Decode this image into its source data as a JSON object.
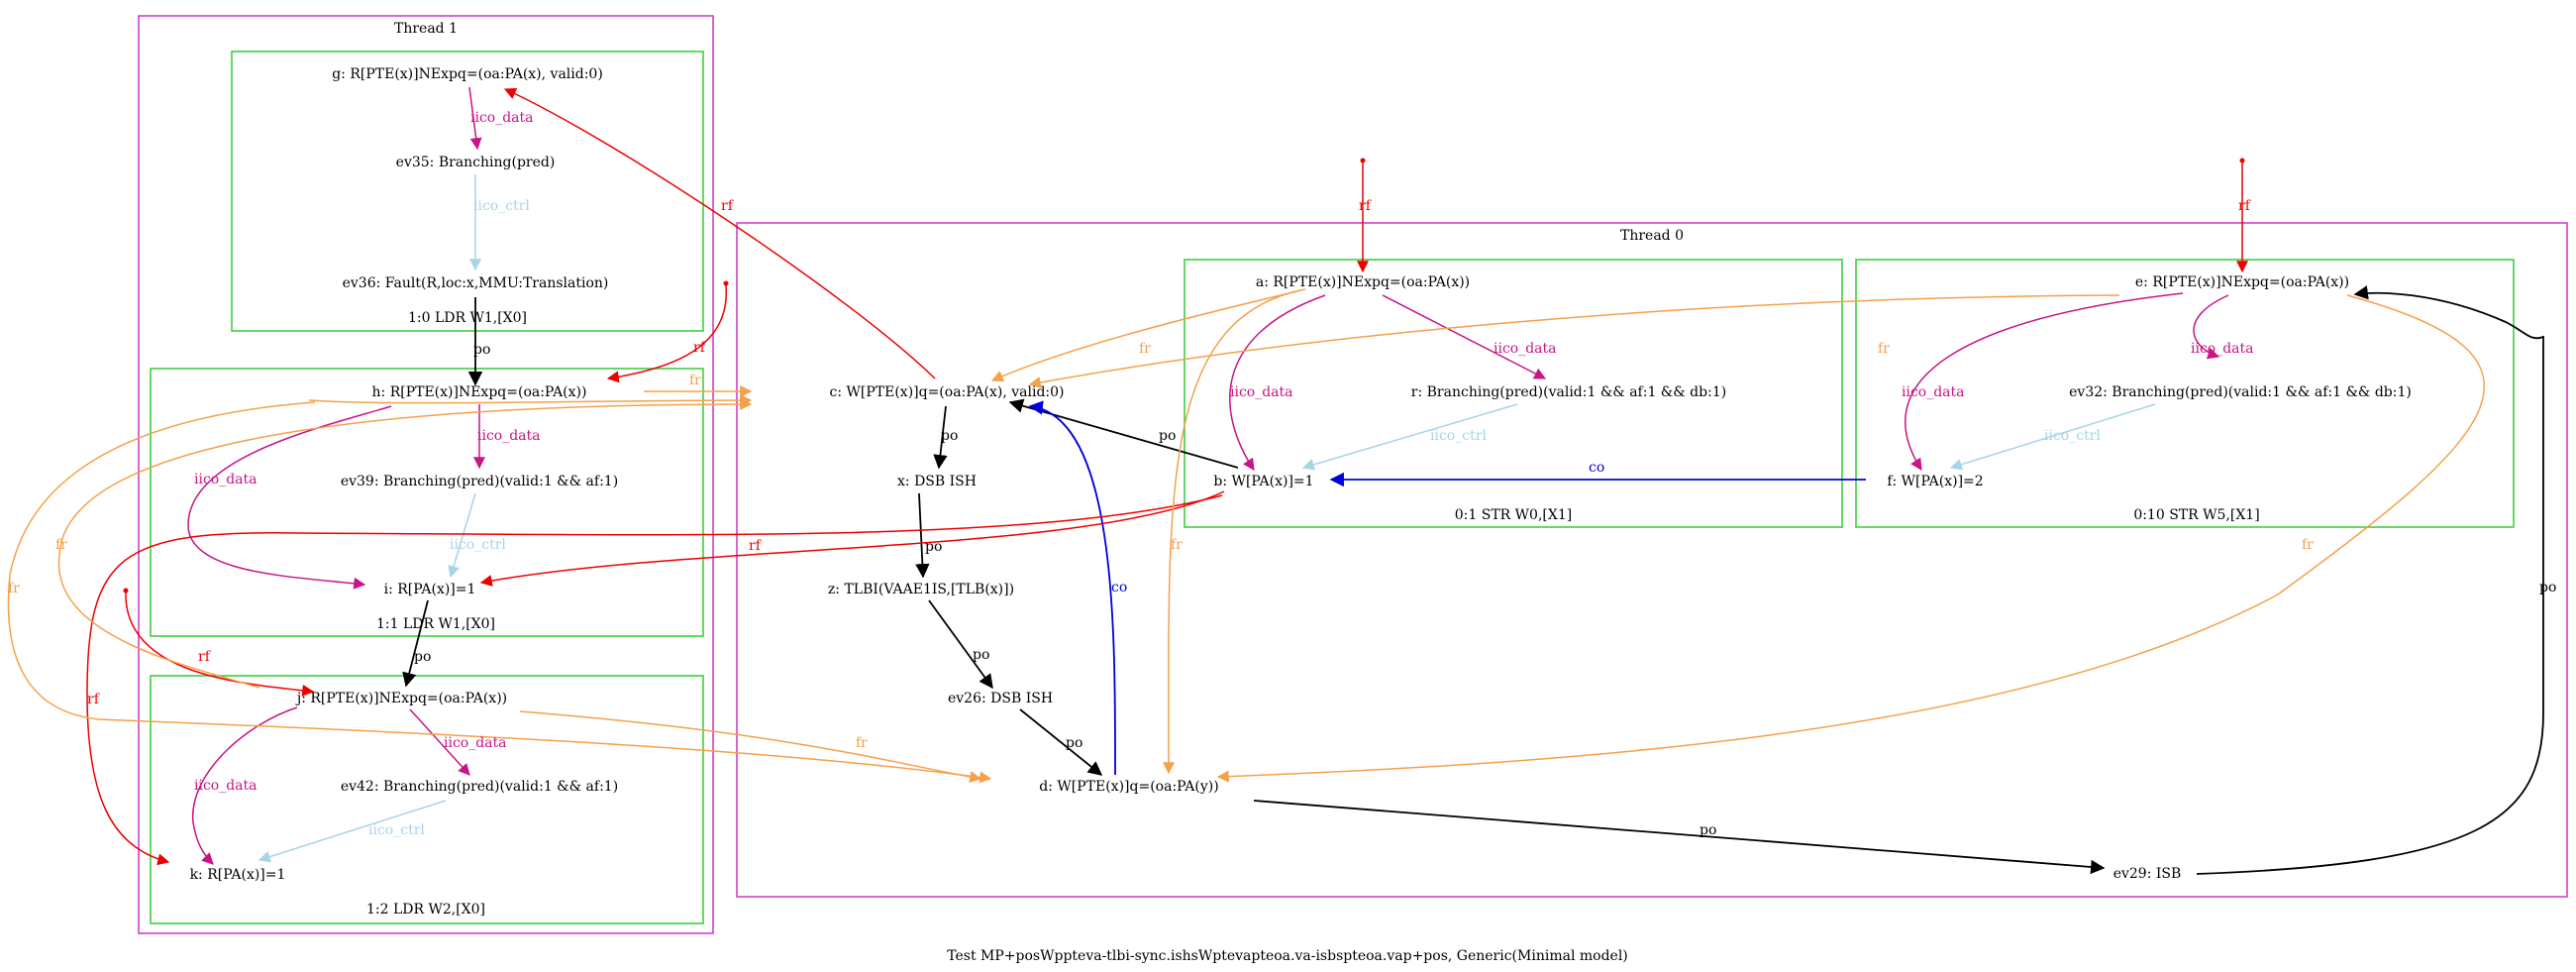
{
  "caption": "Test MP+posWppteva-tlbi-sync.ishsWptevapteoa.va-isbspteoa.vap+pos, Generic(Minimal model)",
  "colors": {
    "thread_border": "#cc33cc",
    "instr_border": "#33cc33",
    "po": "#000000",
    "rf": "#ee0000",
    "fr": "#f5a04a",
    "co": "#0000dd",
    "iico_data": "#c71585",
    "iico_ctrl": "#a8d4e6"
  },
  "threads": {
    "t1_label": "Thread 1",
    "t0_label": "Thread 0"
  },
  "instructions": {
    "t1_i0": "1:0 LDR W1,[X0]",
    "t1_i1": "1:1 LDR W1,[X0]",
    "t1_i2": "1:2 LDR W2,[X0]",
    "t0_i1": "0:1 STR W0,[X1]",
    "t0_i10": "0:10 STR W5,[X1]"
  },
  "nodes": {
    "g": "g: R[PTE(x)]NExpq=(oa:PA(x), valid:0)",
    "ev35": "ev35: Branching(pred)",
    "ev36": "ev36: Fault(R,loc:x,MMU:Translation)",
    "h": "h: R[PTE(x)]NExpq=(oa:PA(x))",
    "ev39": "ev39: Branching(pred)(valid:1 && af:1)",
    "i": "i: R[PA(x)]=1",
    "j": "j: R[PTE(x)]NExpq=(oa:PA(x))",
    "ev42": "ev42: Branching(pred)(valid:1 && af:1)",
    "k": "k: R[PA(x)]=1",
    "c": "c: W[PTE(x)]q=(oa:PA(x), valid:0)",
    "x": "x: DSB ISH",
    "z": "z: TLBI(VAAE1IS,[TLB(x)])",
    "ev26": "ev26: DSB ISH",
    "d": "d: W[PTE(x)]q=(oa:PA(y))",
    "ev29": "ev29: ISB",
    "a": "a: R[PTE(x)]NExpq=(oa:PA(x))",
    "r": "r: Branching(pred)(valid:1 && af:1 && db:1)",
    "b": "b: W[PA(x)]=1",
    "e": "e: R[PTE(x)]NExpq=(oa:PA(x))",
    "ev32": "ev32: Branching(pred)(valid:1 && af:1 && db:1)",
    "f": "f: W[PA(x)]=2"
  },
  "edge_labels": {
    "po": "po",
    "rf": "rf",
    "fr": "fr",
    "co": "co",
    "iico_data": "iico_data",
    "iico_ctrl": "iico_ctrl"
  }
}
